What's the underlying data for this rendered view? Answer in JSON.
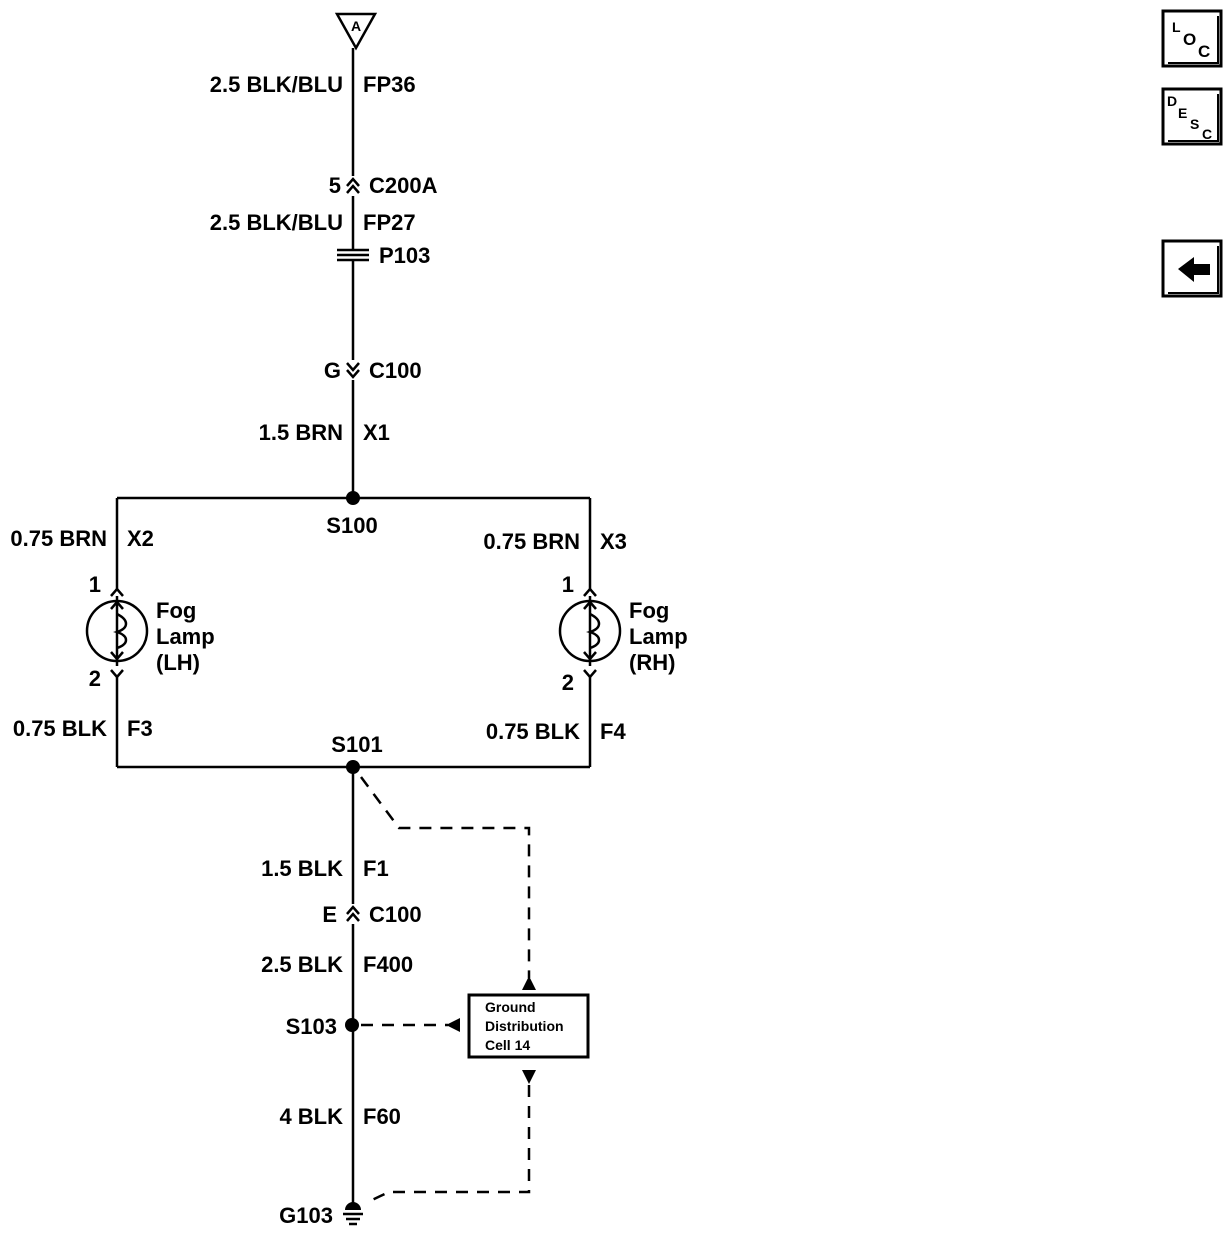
{
  "nav": {
    "loc": {
      "l1": "L",
      "l2": "O",
      "l3": "C"
    },
    "desc": {
      "l1": "D",
      "l2": "E",
      "l3": "S",
      "l4": "C"
    }
  },
  "diagram": {
    "top_connector": "A",
    "wire_fp36": {
      "gauge": "2.5 BLK/BLU",
      "circuit": "FP36"
    },
    "c200a": {
      "pin": "5",
      "name": "C200A"
    },
    "wire_fp27": {
      "gauge": "2.5 BLK/BLU",
      "circuit": "FP27"
    },
    "p103": "P103",
    "c100_top": {
      "pin": "G",
      "name": "C100"
    },
    "wire_x1": {
      "gauge": "1.5 BRN",
      "circuit": "X1"
    },
    "s100": "S100",
    "wire_x2": {
      "gauge": "0.75 BRN",
      "circuit": "X2"
    },
    "wire_x3": {
      "gauge": "0.75 BRN",
      "circuit": "X3"
    },
    "lamp_lh": {
      "pin_top": "1",
      "pin_bottom": "2",
      "line1": "Fog",
      "line2": "Lamp",
      "line3": "(LH)"
    },
    "lamp_rh": {
      "pin_top": "1",
      "pin_bottom": "2",
      "line1": "Fog",
      "line2": "Lamp",
      "line3": "(RH)"
    },
    "wire_f3": {
      "gauge": "0.75 BLK",
      "circuit": "F3"
    },
    "wire_f4": {
      "gauge": "0.75 BLK",
      "circuit": "F4"
    },
    "s101": "S101",
    "wire_f1": {
      "gauge": "1.5 BLK",
      "circuit": "F1"
    },
    "c100_bottom": {
      "pin": "E",
      "name": "C100"
    },
    "wire_f400": {
      "gauge": "2.5 BLK",
      "circuit": "F400"
    },
    "s103": "S103",
    "ground_box": {
      "line1": "Ground",
      "line2": "Distribution",
      "line3": "Cell 14"
    },
    "wire_f60": {
      "gauge": "4 BLK",
      "circuit": "F60"
    },
    "g103": "G103"
  }
}
